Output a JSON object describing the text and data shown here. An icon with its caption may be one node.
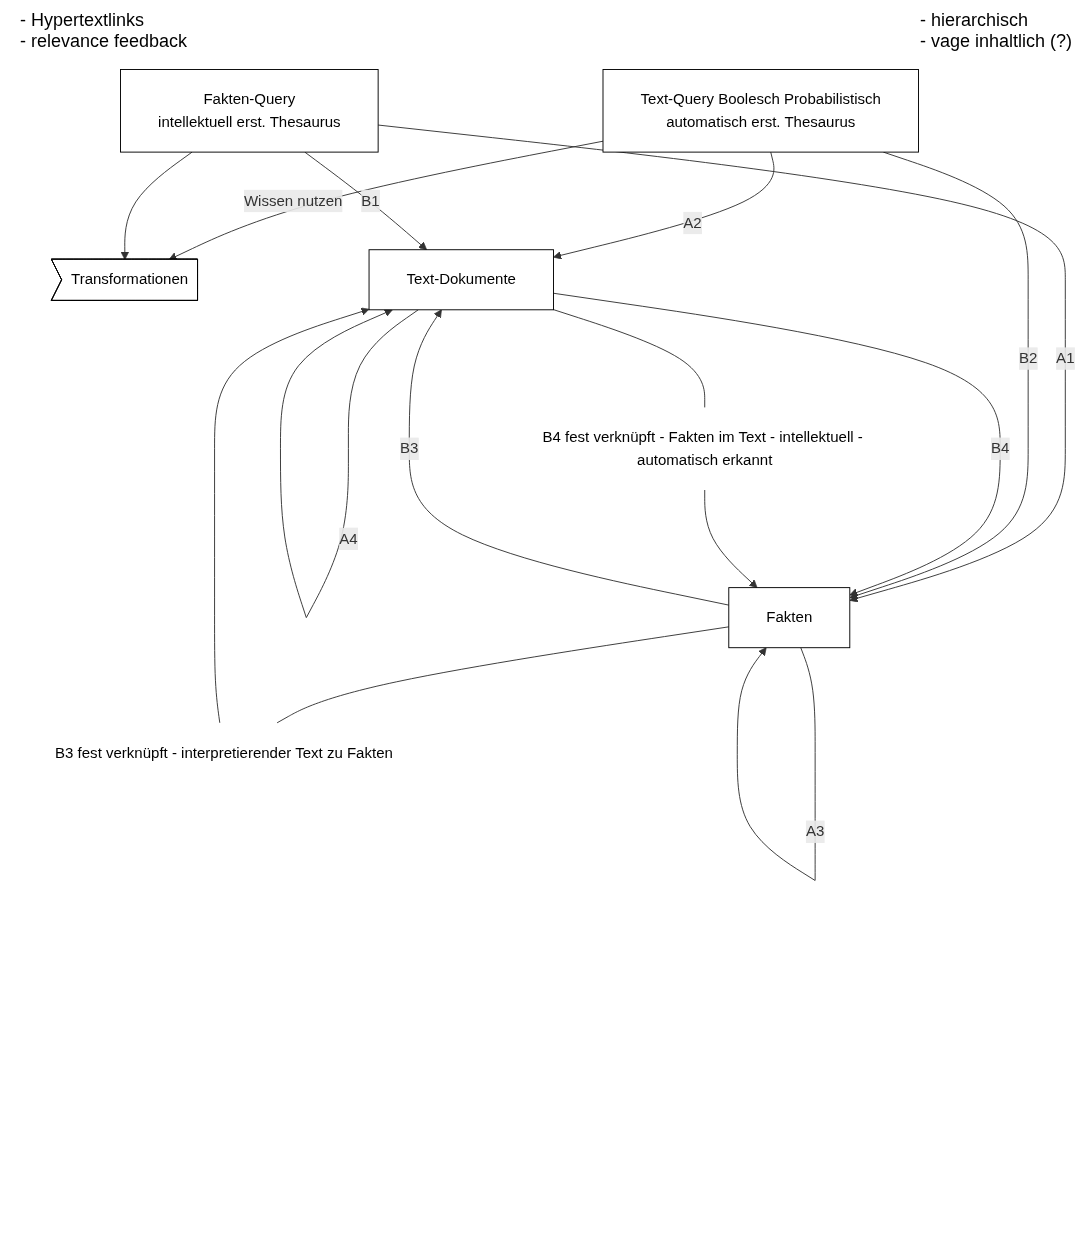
{
  "diagram": {
    "nodes": [
      {
        "text": [
          "Text-Query Boolesch Probabilistisch",
          "automatisch erst. Thesaurus"
        ]
      },
      {
        "text": [
          "Fakten-Query",
          "intellektuell erst. Thesaurus"
        ]
      },
      {
        "text": [
          "Transformationen"
        ]
      },
      {
        "text": [
          "Text-Dokumente"
        ]
      },
      {
        "text": [
          "Fakten"
        ]
      },
      {
        "text": [
          "B4 fest verknüpft - Fakten im Text - intellektuell - automatisch erkannt"
        ]
      },
      {
        "text": [
          "B3 fest verknüpft - interpretierender Text zu Fakten"
        ]
      }
    ],
    "edges": [
      {
        "from": 0,
        "to": 2,
        "arrow": "to",
        "label": "Wissen nutzen"
      },
      {
        "from": 1,
        "to": 2,
        "arrow": "to"
      },
      {
        "from": 0,
        "to": 3,
        "arrow": "to",
        "label": "A2"
      },
      {
        "from": 1,
        "to": 4,
        "arrow": "to",
        "label": "A1"
      },
      {
        "from": 0,
        "to": 4,
        "arrow": "to",
        "label": "B2"
      },
      {
        "from": 1,
        "to": 3,
        "arrow": "to",
        "label": "B1"
      },
      {
        "from": 3,
        "to": 3,
        "arrow": "to",
        "label": "A4"
      },
      {
        "from": 4,
        "to": 4,
        "arrow": "to",
        "label": "A3"
      },
      {
        "from": 3,
        "to": 4,
        "arrow": "to",
        "label": "B4"
      },
      {
        "from": 4,
        "to": 3,
        "arrow": "to",
        "label": "B3"
      },
      {
        "from": 3,
        "to": 5,
        "arrow": "none"
      },
      {
        "from": 5,
        "to": 4,
        "arrow": "to"
      },
      {
        "from": 4,
        "to": 6,
        "arrow": "none"
      },
      {
        "from": 6,
        "to": 3,
        "arrow": "to"
      }
    ],
    "labels": [
      "- Hypertextlinks",
      "- relevance feedback",
      "- hierarchisch",
      "- vage inhaltlich (?)"
    ]
  }
}
